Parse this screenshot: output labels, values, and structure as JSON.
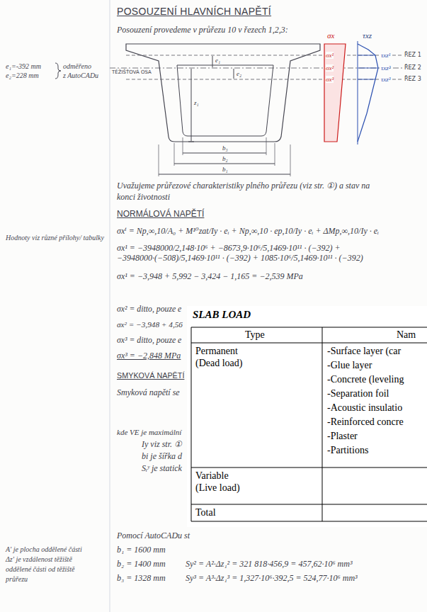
{
  "diagram": {
    "title": "POSOUZENÍ HLAVNÍCH NAPĚTÍ",
    "nodes": [
      {
        "text": [
          "SLAB LOAD"
        ]
      }
    ],
    "labels": [
      "e₁=-392 mm",
      "e₂=228 mm",
      "odměřeno",
      "z AutoCADu",
      "Posouzení provedeme v průřezu 10 v řezech 1,2,3:",
      "σx",
      "τxz",
      "TĚŽIŠŤOVÁ OSA",
      "e₁",
      "e₂",
      "z₁",
      "σx¹",
      "σx²",
      "σx³",
      "τxz¹",
      "τxz²",
      "τxz³",
      "ŘEZ 1",
      "ŘEZ 2",
      "ŘEZ 3",
      "b₃",
      "b₂",
      "b₁",
      "Uvažujeme průřezové charakteristiky plného průřezu (viz str. ①) a stav na",
      "konci životnosti",
      "NORMÁLOVÁ NAPĚTÍ",
      "Hodnoty viz různé přílohy/ tabulky",
      "σxⁱ = Np,∞,10/A₀ + M¹⁰zat/Iy · eᵢ + Np,∞,10 · ep,10/Iy · eᵢ + ΔMp,∞,10/Iy · eᵢ",
      "σx¹ = −3948000/2,148·10⁶ + −8673,9·10⁶/5,1469·10¹¹ · (−392) + −3948000·(−508)/5,1469·10¹¹ · (−392) + 1085·10⁶/5,1469·10¹¹ · (−392)",
      "σx¹ = −3,948 + 5,992 − 3,424 − 1,165 = −2,539 MPa",
      "σx² = ditto, pouze e",
      "σx² = −3,948 + 4,56",
      "σx³ = ditto, pouze e",
      "σx³ = −2,848 MPa",
      "SMYKOVÁ NAPĚTÍ",
      "Smyková napětí se",
      "kde VE je maximální",
      "Iy viz str. ①",
      "bi je šířka d",
      "Sᵢʸ je statick",
      "Pomocí AutoCADu st",
      "A' je plocha oddělené části",
      "Δz' je vzdálenost těžiště",
      "oddělené části od těžiště",
      "průřezu",
      "b₁ = 1600 mm",
      "b₂ = 1400 mm",
      "b₃ = 1328 mm",
      "Sy² = A²·Δz₁² = 321 818·456,9 = 457,62·10⁶ mm³",
      "Sy³ = A³·Δz₁³ = 1,327·10⁶·392,5 = 524,77·10⁶ mm³",
      "Type",
      "Nam",
      "Permanent",
      "(Dead load)",
      "-Surface layer (car",
      "-Glue layer",
      "-Concrete (leveling",
      "-Separation foil",
      "-Acoustic insulatio",
      "-Reinforced concre",
      "-Plaster",
      "-Partitions",
      "Variable",
      "(Live load)",
      "Total"
    ]
  }
}
